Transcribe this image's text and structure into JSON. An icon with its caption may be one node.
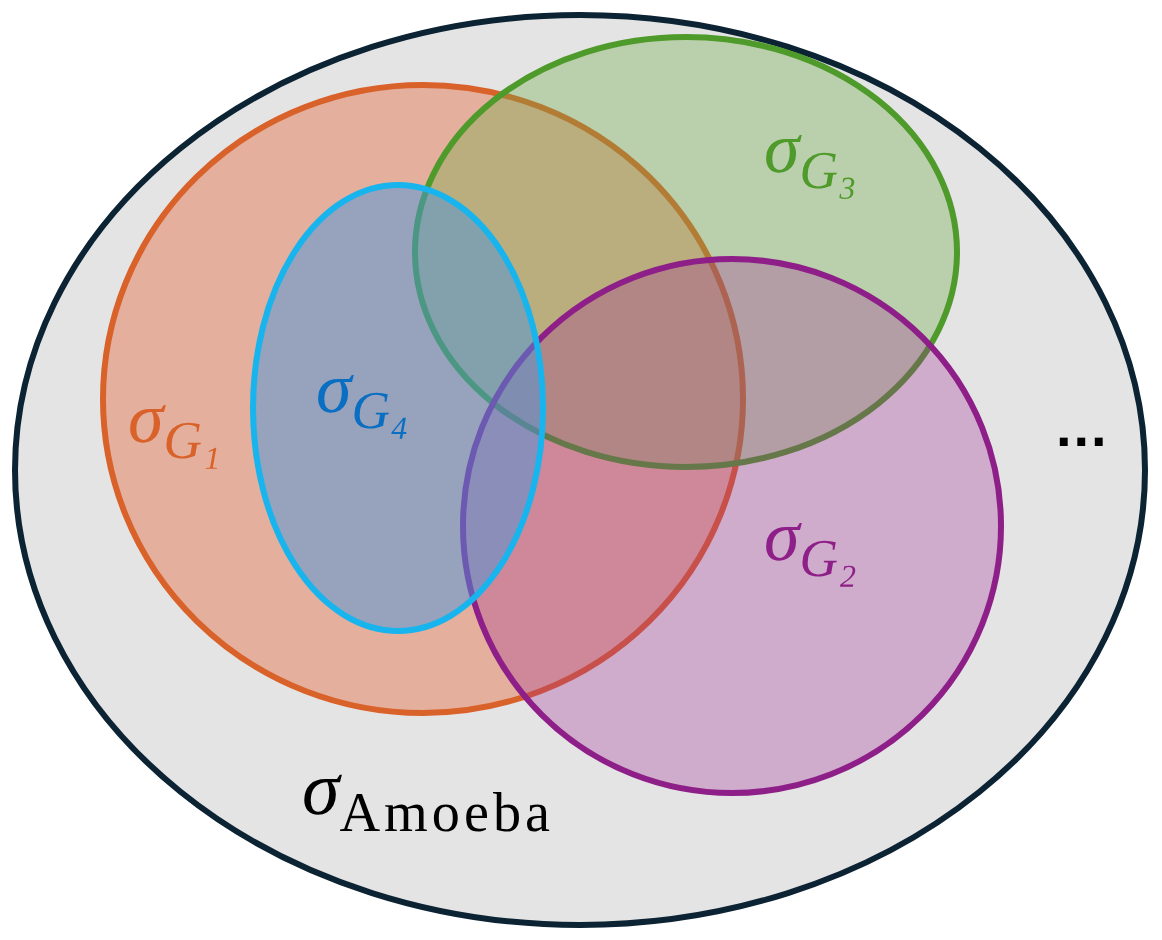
{
  "diagram": {
    "nodes": [
      {
        "text": [
          "σ$_{Amoeba}$"
        ]
      },
      {
        "text": [
          "σ$_{G₁}$"
        ],
        "in": 0
      },
      {
        "text": [
          "σ$_{G₄}$"
        ],
        "in": 1
      },
      {
        "text": [
          "σ$_{G₃}$"
        ],
        "in": 0
      },
      {
        "text": [
          "σ$_{G₂}$"
        ],
        "in": 0
      }
    ],
    "labels": [
      "..."
    ]
  }
}
